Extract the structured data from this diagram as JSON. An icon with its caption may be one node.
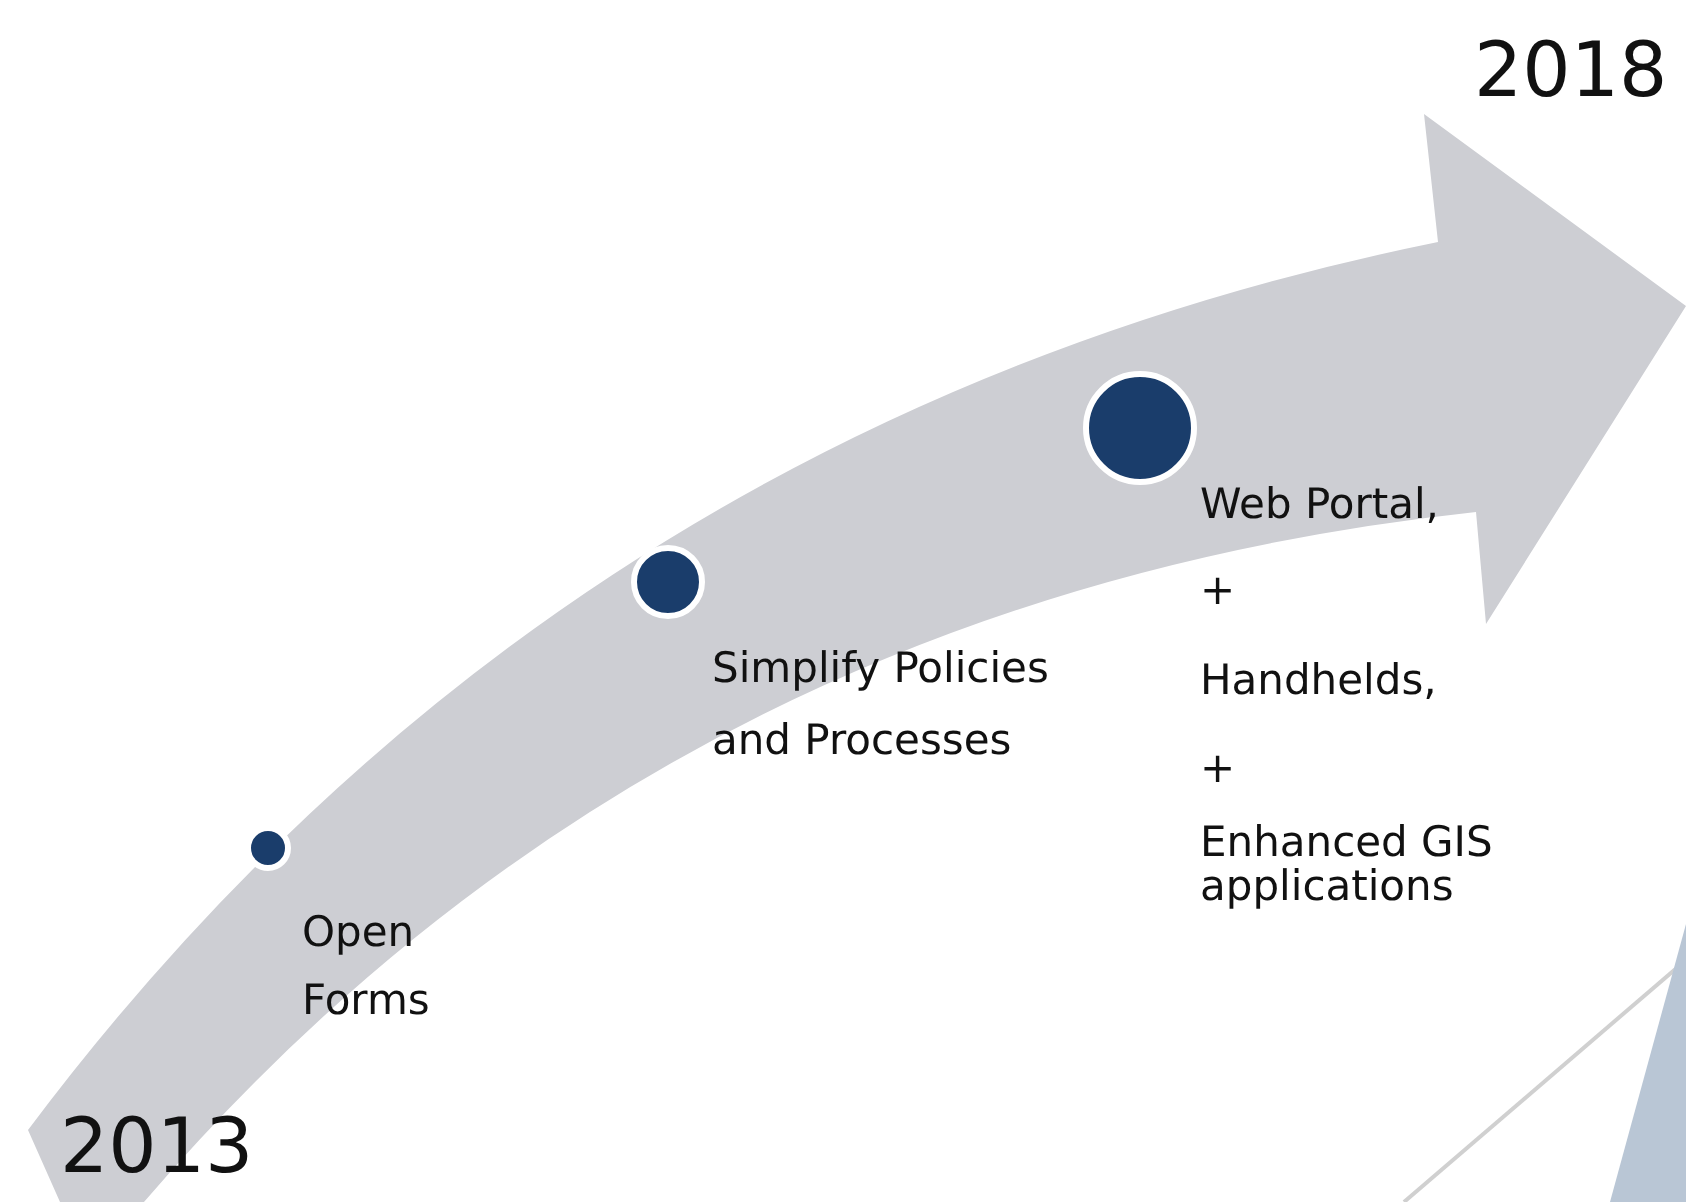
{
  "diagram": {
    "labels": [
      "2018",
      "2013",
      "Open Forms",
      "Simplify Policies and Processes",
      "Web Portal,",
      "+",
      "Handhelds,",
      "+",
      "Enhanced GIS applications"
    ]
  }
}
